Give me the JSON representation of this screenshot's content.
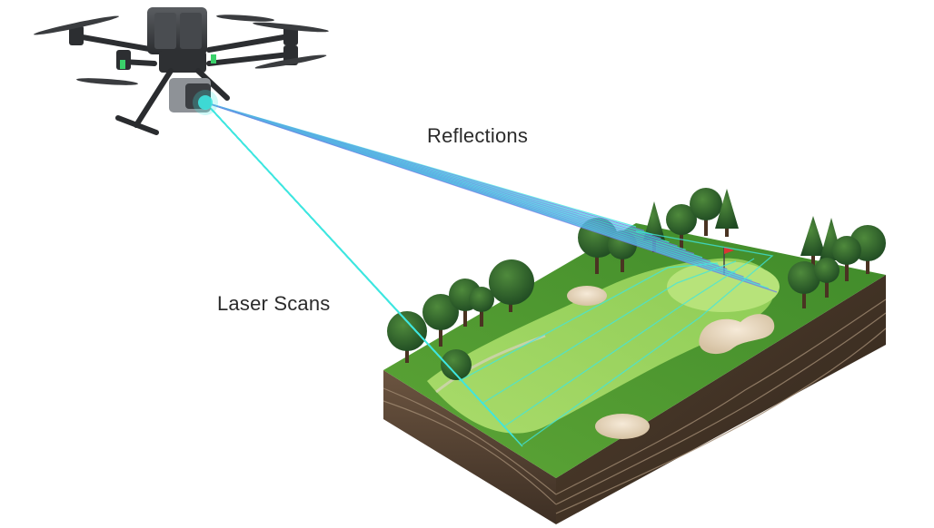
{
  "labels": {
    "reflections": "Reflections",
    "laser_scans": "Laser Scans"
  },
  "colors": {
    "laser_cyan": "#3fe6e0",
    "reflection_blue": "#6f7fe6",
    "grass_light": "#8ccf4a",
    "grass_dark": "#4f9a2e",
    "sand": "#e9d8bf",
    "soil": "#5a4634",
    "drone_body": "#3b3d40"
  },
  "icons": {
    "drone": "lidar-drone-icon",
    "terrain": "golf-course-terrain-block"
  }
}
